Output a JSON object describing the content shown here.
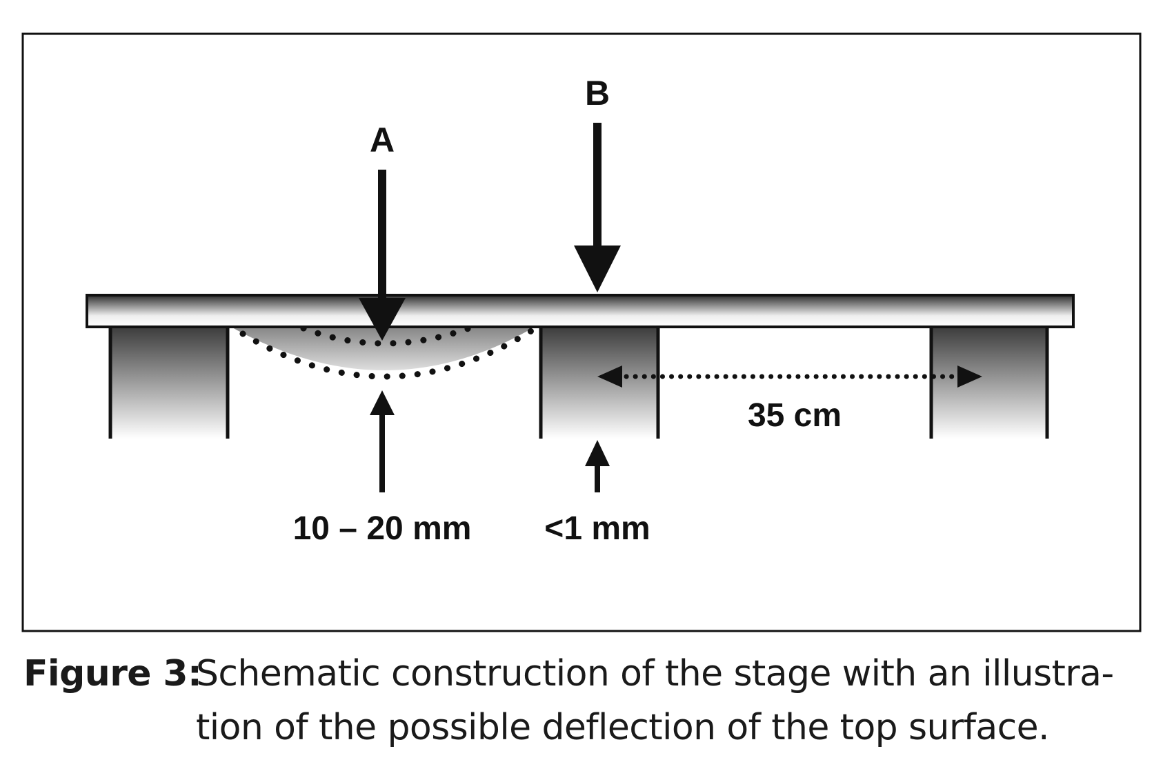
{
  "figure": {
    "label_a": "A",
    "label_b": "B",
    "deflection_a": "10 – 20 mm",
    "deflection_b": "<1 mm",
    "support_spacing": "35 cm"
  },
  "caption": {
    "label": "Figure 3:",
    "text": "Schematic construction of the stage with an illustra-tion of the possible deflection of the top surface."
  },
  "colors": {
    "stroke": "#111111",
    "support_dark": "#3c3c3c",
    "support_light": "#ffffff"
  }
}
